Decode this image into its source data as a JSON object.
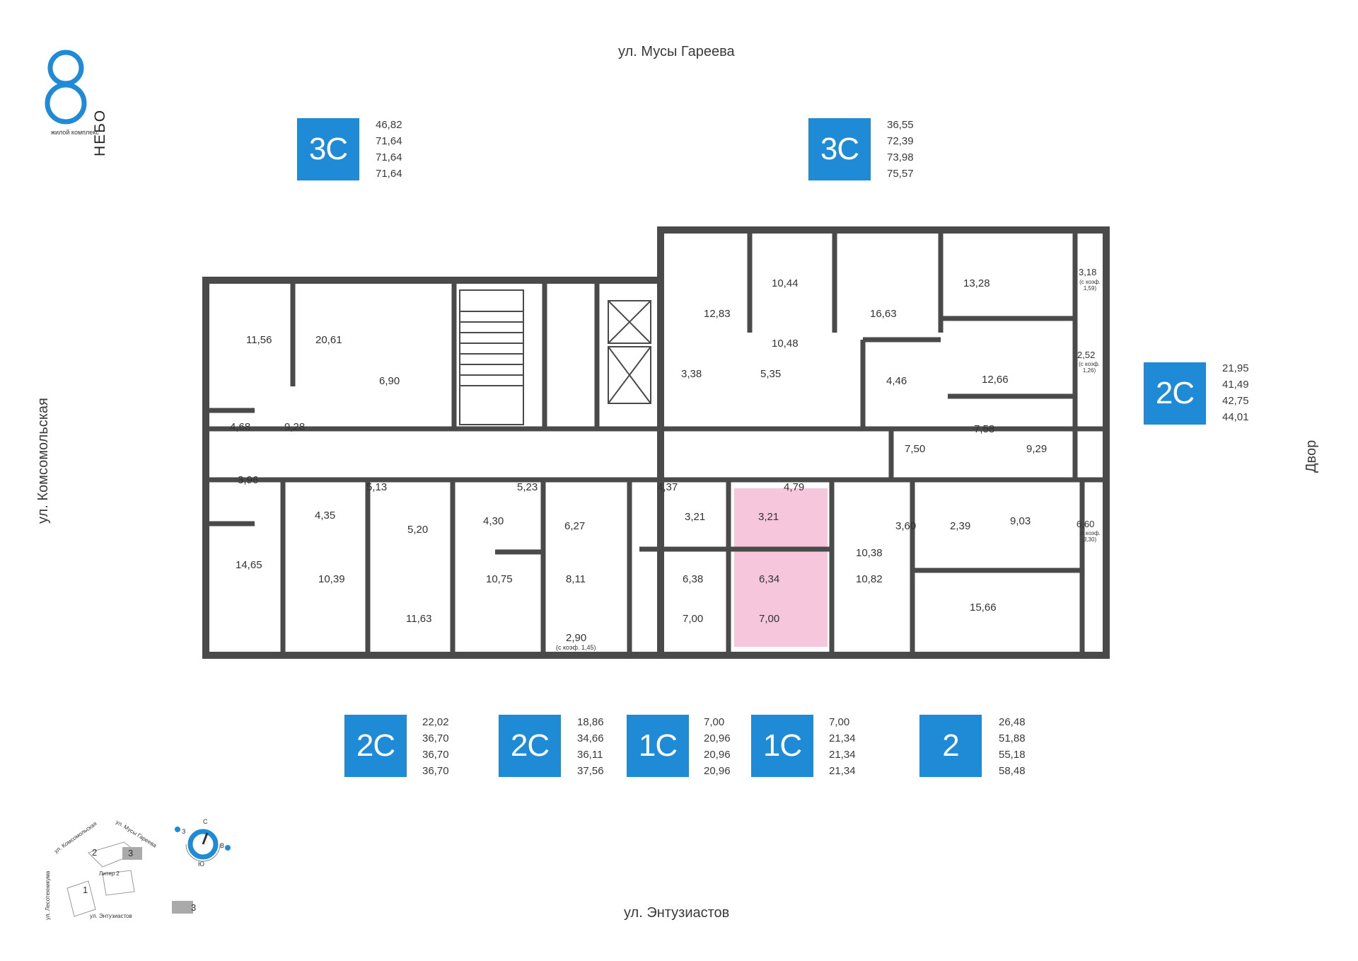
{
  "logo": {
    "name": "НЕБО",
    "subtitle": "жилой комплекс"
  },
  "streets": {
    "north": "ул. Мусы Гареева",
    "south": "ул. Энтузиастов",
    "west": "ул. Комсомольская",
    "east": "Двор"
  },
  "apartments_top": [
    {
      "type": "3С",
      "areas": [
        "46,82",
        "71,64",
        "71,64",
        "71,64"
      ]
    },
    {
      "type": "3С",
      "areas": [
        "36,55",
        "72,39",
        "73,98",
        "75,57"
      ]
    }
  ],
  "apartments_right": [
    {
      "type": "2С",
      "areas": [
        "21,95",
        "41,49",
        "42,75",
        "44,01"
      ]
    }
  ],
  "apartments_bottom": [
    {
      "type": "2С",
      "areas": [
        "22,02",
        "36,70",
        "36,70",
        "36,70"
      ]
    },
    {
      "type": "2С",
      "areas": [
        "18,86",
        "34,66",
        "36,11",
        "37,56"
      ]
    },
    {
      "type": "1С",
      "areas": [
        "7,00",
        "20,96",
        "20,96",
        "20,96"
      ]
    },
    {
      "type": "1С",
      "areas": [
        "7,00",
        "21,34",
        "21,34",
        "21,34"
      ]
    },
    {
      "type": "2",
      "areas": [
        "26,48",
        "51,88",
        "55,18",
        "58,48"
      ]
    }
  ],
  "rooms": {
    "r11_56": "11,56",
    "r20_61": "20,61",
    "r6_90": "6,90",
    "r4_68": "4,68",
    "r9_28": "9,28",
    "r12_83": "12,83",
    "r10_44": "10,44",
    "r10_48": "10,48",
    "r3_38": "3,38",
    "r5_35": "5,35",
    "r16_63": "16,63",
    "r4_46": "4,46",
    "r13_28": "13,28",
    "r3_18": "3,18",
    "r3_18_note": "(с коэф. 1,59)",
    "r2_52": "2,52",
    "r2_52_note": "(с коэф. 1,26)",
    "r12_66": "12,66",
    "r7_58": "7,58",
    "r7_50": "7,50",
    "r9_29": "9,29",
    "r3_96": "3,96",
    "r14_65": "14,65",
    "r4_35": "4,35",
    "r5_13": "5,13",
    "r5_20": "5,20",
    "r10_39": "10,39",
    "r11_63": "11,63",
    "r4_30": "4,30",
    "r5_23": "5,23",
    "r6_27": "6,27",
    "r10_75": "10,75",
    "r8_11": "8,11",
    "r2_90": "2,90",
    "r2_90_note": "(с коэф. 1,45)",
    "r4_37": "4,37",
    "r3_21a": "3,21",
    "r6_38": "6,38",
    "r7_00a": "7,00",
    "r4_79": "4,79",
    "r3_21b": "3,21",
    "r6_34": "6,34",
    "r7_00b": "7,00",
    "r10_38": "10,38",
    "r3_60": "3,60",
    "r2_39": "2,39",
    "r9_03": "9,03",
    "r6_60": "6,60",
    "r6_60_note": "(с коэф. 3,30)",
    "r10_82": "10,82",
    "r15_66": "15,66"
  },
  "keymap": {
    "street_komsomolskaya": "ул. Комсомольская",
    "street_gareeva": "ул. Мусы Гареева",
    "street_lesotekhnikuma": "ул. Лесотехникума",
    "street_entuziastov": "ул. Энтузиастов",
    "building_1": "1",
    "building_2": "2",
    "building_3": "3",
    "liter": "Литер 2",
    "legend_3": "3",
    "compass": {
      "n": "С",
      "s": "Ю",
      "w": "З",
      "e": "В"
    }
  },
  "colors": {
    "accent": "#1f8bd6",
    "wall": "#4a4a4a",
    "highlight": "#f5c6dc"
  }
}
